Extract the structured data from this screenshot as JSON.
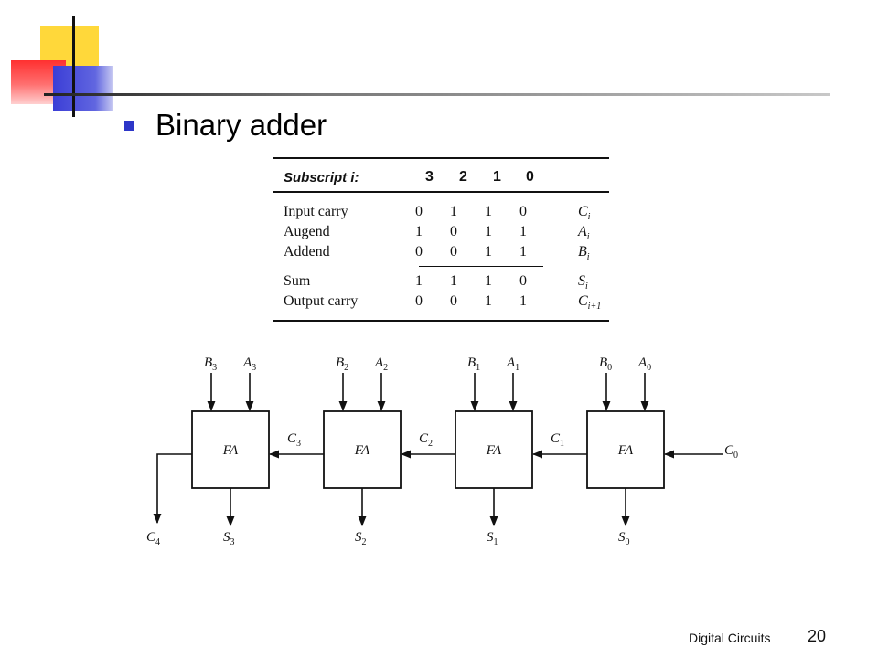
{
  "slide": {
    "title": "Binary adder",
    "footer": "Digital Circuits",
    "page_number": "20"
  },
  "colors": {
    "bullet": "#2d36c8",
    "deco_yellow": "#ffd83a",
    "deco_red": "#ff3030",
    "deco_blue": "#3b3ed6"
  },
  "table": {
    "header_label": "Subscript i:",
    "subscripts": [
      "3",
      "2",
      "1",
      "0"
    ],
    "rows": [
      {
        "label": "Input carry",
        "values": [
          "0",
          "1",
          "1",
          "0"
        ],
        "sym": "C",
        "sub": "i"
      },
      {
        "label": "Augend",
        "values": [
          "1",
          "0",
          "1",
          "1"
        ],
        "sym": "A",
        "sub": "i"
      },
      {
        "label": "Addend",
        "values": [
          "0",
          "0",
          "1",
          "1"
        ],
        "sym": "B",
        "sub": "i"
      },
      {
        "label": "Sum",
        "values": [
          "1",
          "1",
          "1",
          "0"
        ],
        "sym": "S",
        "sub": "i"
      },
      {
        "label": "Output carry",
        "values": [
          "0",
          "0",
          "1",
          "1"
        ],
        "sym": "C",
        "sub": "i+1"
      }
    ]
  },
  "diagram": {
    "block_label": "FA",
    "blocks": [
      {
        "b": "B",
        "a": "A",
        "index": "3",
        "s": "S"
      },
      {
        "b": "B",
        "a": "A",
        "index": "2",
        "s": "S"
      },
      {
        "b": "B",
        "a": "A",
        "index": "1",
        "s": "S"
      },
      {
        "b": "B",
        "a": "A",
        "index": "0",
        "s": "S"
      }
    ],
    "carries": [
      {
        "sym": "C",
        "sub": "3"
      },
      {
        "sym": "C",
        "sub": "2"
      },
      {
        "sym": "C",
        "sub": "1"
      }
    ],
    "carry_in": {
      "sym": "C",
      "sub": "0"
    },
    "carry_out": {
      "sym": "C",
      "sub": "4"
    }
  }
}
